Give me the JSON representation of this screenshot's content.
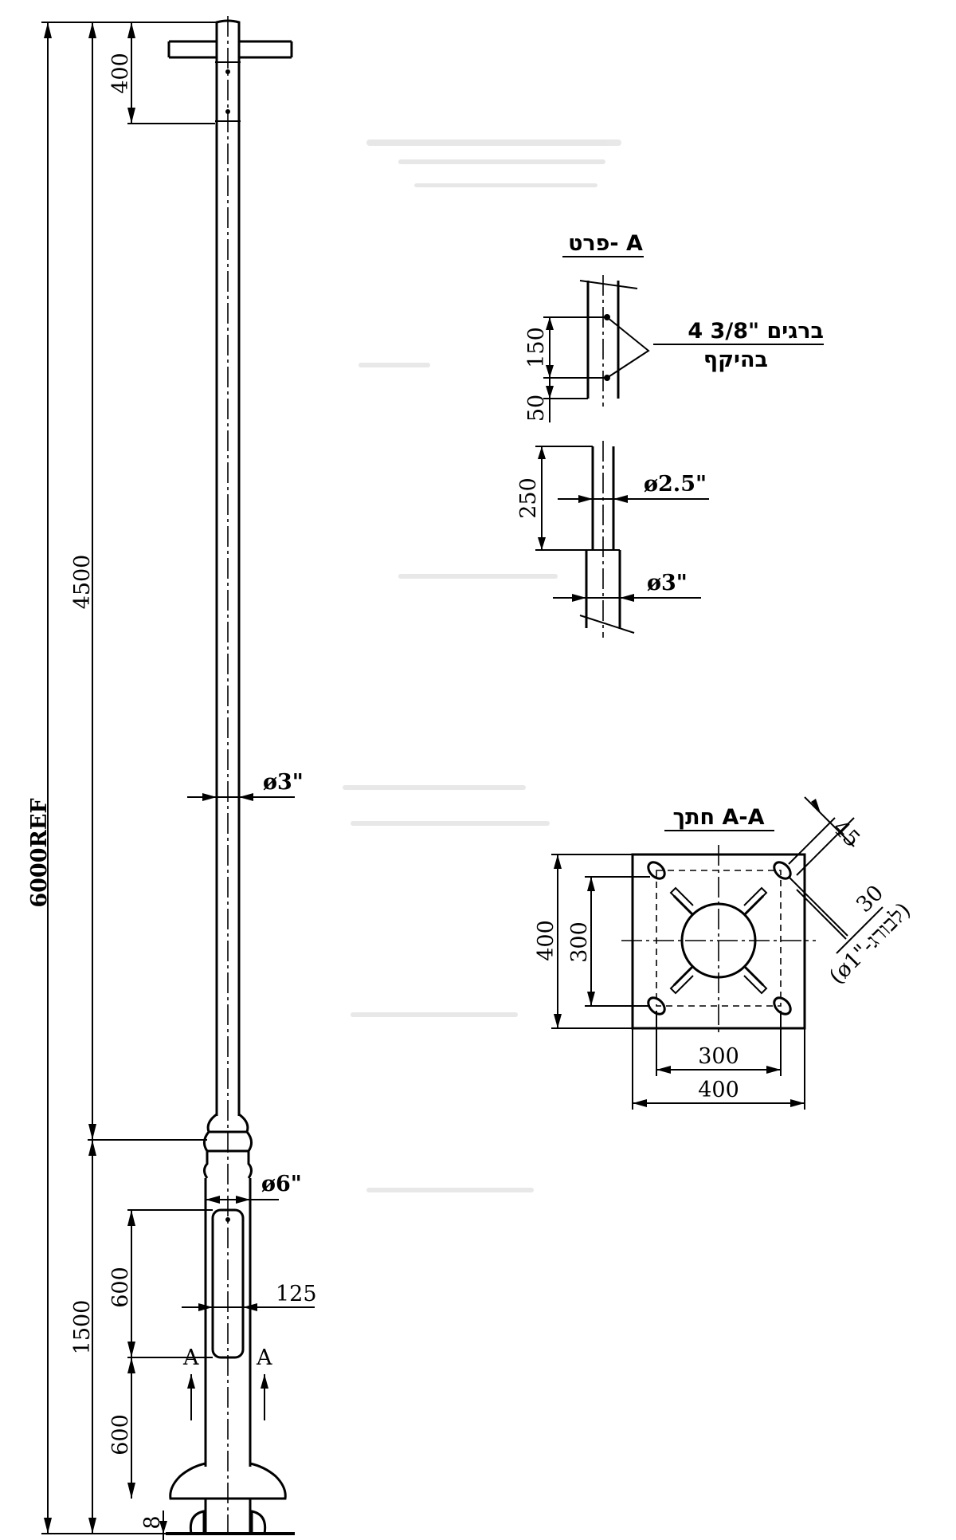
{
  "labels": {
    "top_400": "400",
    "overall": "6000REF",
    "upper_4500": "4500",
    "lower_1500": "1500",
    "door_600": "600",
    "base_600": "600",
    "base_8": "8",
    "dia_pole": "ø3\"",
    "dia_base": "ø6\"",
    "door_width": "125",
    "section_mark_left": "A",
    "section_mark_right": "A"
  },
  "detail_a": {
    "title": "פרט- A",
    "d150": "150",
    "d50": "50",
    "bolts_line1": "4 ברגים \"3/8",
    "bolts_line2": "בהיקף",
    "d250": "250",
    "dia_top": "ø2.5\"",
    "dia_bottom": "ø3\""
  },
  "section_aa": {
    "title": "חתך A-A",
    "d400_v": "400",
    "d300_v": "300",
    "d300_h": "300",
    "d400_h": "400",
    "d45": "45",
    "d30": "30",
    "hole_note": "(ø1\"-לבורג)"
  }
}
